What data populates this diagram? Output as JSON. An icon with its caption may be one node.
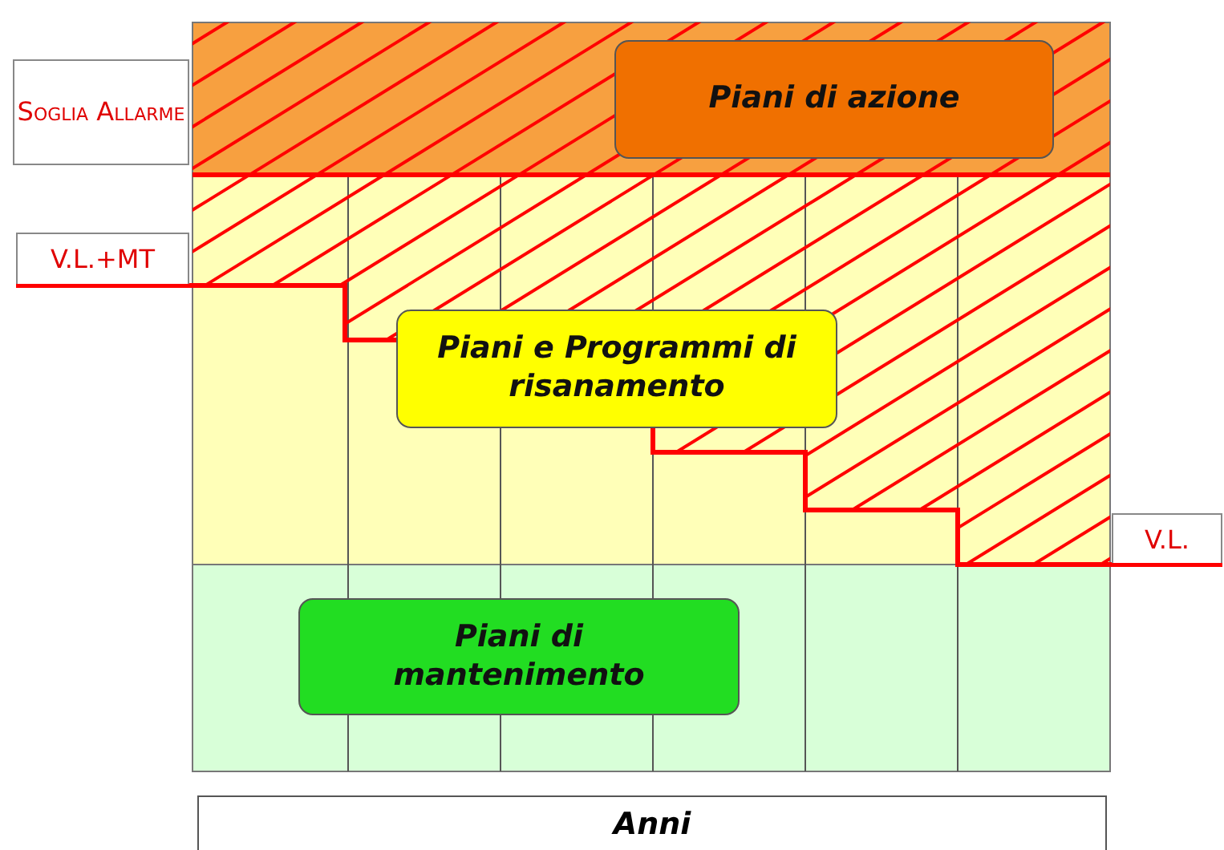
{
  "diagram": {
    "nodes": [
      {
        "text": [
          "Soglia Allarme"
        ]
      },
      {
        "text": [
          "Piani di azione"
        ]
      },
      {
        "text": [
          "V.L.+MT"
        ]
      },
      {
        "text": [
          "Piani e Programmi di risanamento"
        ]
      },
      {
        "text": [
          "V.L."
        ]
      },
      {
        "text": [
          "Piani di mantenimento"
        ]
      },
      {
        "text": [
          "Anni"
        ]
      }
    ],
    "edges": []
  }
}
